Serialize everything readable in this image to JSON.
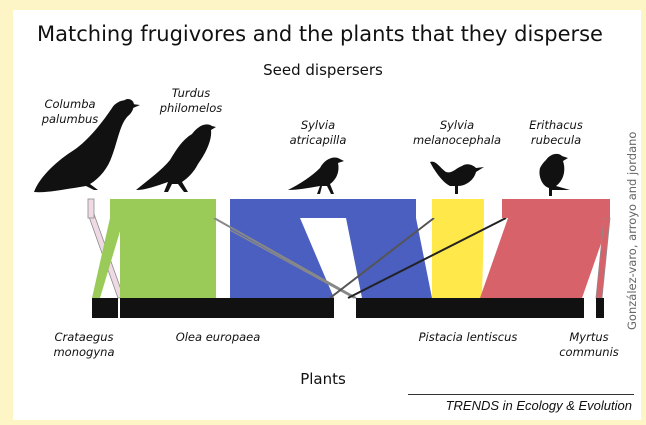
{
  "title": "Matching frugivores and the plants that they disperse",
  "top_label": "Seed dispersers",
  "bottom_label": "Plants",
  "credit": "González-varo, arroyo and jordano",
  "journal": "TRENDS in Ecology & Evolution",
  "colors": {
    "background": "#fdf5c6",
    "columba": "#efd9e4",
    "turdus": "#9acb59",
    "atricapilla": "#4a5fc0",
    "melanocephala": "#ffe84a",
    "rubecula": "#d8626a",
    "plants": "#111111"
  },
  "dispersers": [
    {
      "name_line1": "Columba",
      "name_line2": "palumbus",
      "icon": "pigeon-silhouette"
    },
    {
      "name_line1": "Turdus",
      "name_line2": "philomelos",
      "icon": "thrush-silhouette"
    },
    {
      "name_line1": "Sylvia",
      "name_line2": "atricapilla",
      "icon": "blackcap-silhouette"
    },
    {
      "name_line1": "Sylvia",
      "name_line2": "melanocephala",
      "icon": "warbler-silhouette"
    },
    {
      "name_line1": "Erithacus",
      "name_line2": "rubecula",
      "icon": "robin-silhouette"
    }
  ],
  "plants": [
    {
      "name_line1": "Crataegus",
      "name_line2": "monogyna"
    },
    {
      "name_line1": "Olea europaea",
      "name_line2": ""
    },
    {
      "name_line1": "Pistacia lentiscus",
      "name_line2": ""
    },
    {
      "name_line1": "Myrtus",
      "name_line2": "communis"
    }
  ]
}
